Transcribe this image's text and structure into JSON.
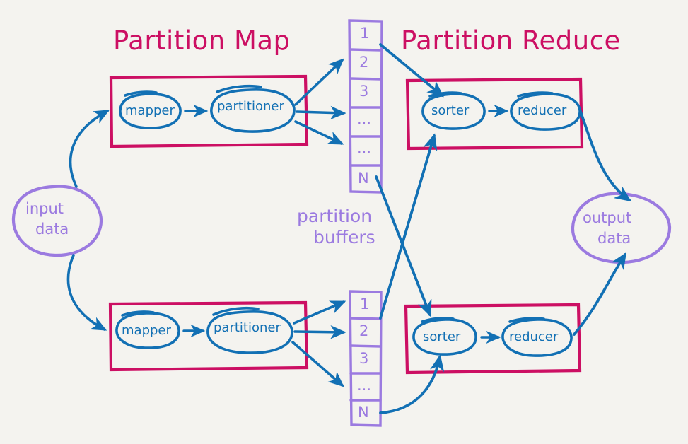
{
  "diagram": {
    "background_color": "#f4f3ef",
    "title_color": "#cc0f63",
    "node_color": "#1270b4",
    "buffer_color": "#9b7ae0",
    "titles": {
      "map": "Partition Map",
      "reduce": "Partition Reduce"
    },
    "io": {
      "input": "input\ndata",
      "input_line1": "input",
      "input_line2": "data",
      "output_line1": "output",
      "output_line2": "data"
    },
    "buffers_caption_line1": "partition",
    "buffers_caption_line2": "buffers",
    "map_stages": [
      {
        "id": "mapper",
        "label": "mapper"
      },
      {
        "id": "partitioner",
        "label": "partitioner"
      }
    ],
    "reduce_stages": [
      {
        "id": "sorter",
        "label": "sorter"
      },
      {
        "id": "reducer",
        "label": "reducer"
      }
    ],
    "map_lanes": [
      {
        "lane": 1,
        "mapper": "mapper",
        "partitioner": "partitioner"
      },
      {
        "lane": 2,
        "mapper": "mapper",
        "partitioner": "partitioner"
      }
    ],
    "reduce_lanes": [
      {
        "lane": 1,
        "sorter": "sorter",
        "reducer": "reducer"
      },
      {
        "lane": 2,
        "sorter": "sorter",
        "reducer": "reducer"
      }
    ],
    "buffers": [
      {
        "id": "top-buffer",
        "cells": [
          "1",
          "2",
          "3",
          "...",
          "...",
          "N"
        ]
      },
      {
        "id": "bottom-buffer",
        "cells": [
          "1",
          "2",
          "3",
          "...",
          "N"
        ]
      }
    ]
  }
}
